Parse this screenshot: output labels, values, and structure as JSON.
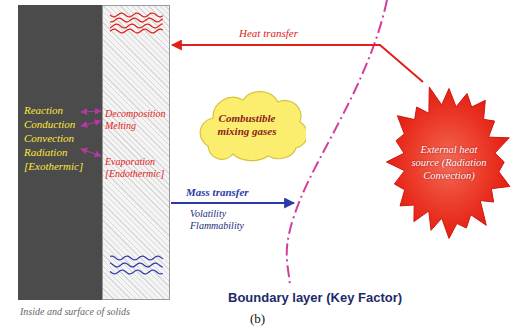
{
  "diagram": {
    "caption": "(b)",
    "nodes": [
      {
        "text": [
          "Reaction Conduction Convection Radiation [Exothermic]"
        ]
      },
      {
        "text": [
          "Decomposition Melting",
          "Evaporation [Endothermic]"
        ]
      },
      {
        "text": [
          "Combustible mixing gases"
        ]
      },
      {
        "text": [
          "External heat source (Radiation Convection)"
        ]
      }
    ],
    "edges": [
      {
        "from": 3,
        "to": 1,
        "arrow": "to",
        "label": "Heat transfer"
      }
    ],
    "labels": [
      "Mass transfer",
      "Volatility Flammability",
      "Boundary layer (Key Factor)",
      "Inside and surface of solids"
    ]
  }
}
